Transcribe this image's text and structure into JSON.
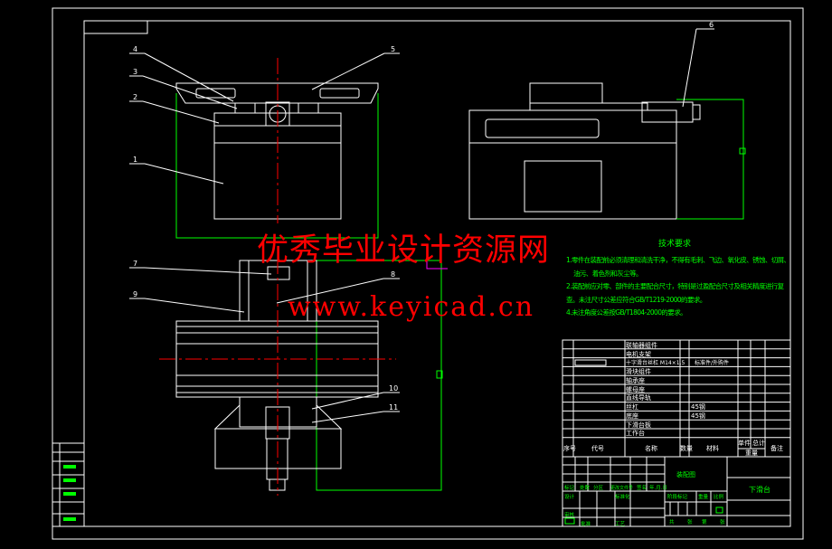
{
  "drawing": {
    "balloons": [
      "1",
      "2",
      "3",
      "4",
      "5",
      "6",
      "7",
      "8",
      "9",
      "10",
      "11"
    ],
    "colors": {
      "outline": "#ffffff",
      "dimension": "#00ff00",
      "centerline": "#ff0000",
      "watermark": "#ff0000",
      "annotation": "#00ff00"
    }
  },
  "watermark": {
    "cn": "优秀毕业设计资源网",
    "url": "www.keyicad.cn"
  },
  "tech_requirements": {
    "title": "技术要求",
    "lines": [
      "1.零件在装配前必须清理和清洗干净，不得有毛刺、飞边、氧化皮、锈蚀、切屑、",
      "油污、着色剂和灰尘等。",
      "2.装配前应对零、部件的主要配合尺寸，特别是过盈配合尺寸及相关精度进行复",
      "查。未注尺寸公差应符合GB/T1219-2000的要求。",
      "4.未注角度公差按GB/T1804-2000的要求。"
    ]
  },
  "parts_list": {
    "rows": [
      {
        "name": "联轴器组件"
      },
      {
        "name": "电机支架"
      },
      {
        "name": "十字滑台丝杠 M14×1.5",
        "material": "标准件/外购件"
      },
      {
        "name": "滑块组件"
      },
      {
        "name": "轴承座"
      },
      {
        "name": "螺母座"
      },
      {
        "name": "直线导轨"
      },
      {
        "name": "丝杠",
        "material": "45钢"
      },
      {
        "name": "底座",
        "material": "45钢"
      },
      {
        "name": "下滑台板"
      },
      {
        "name": "工作台"
      }
    ],
    "headers": {
      "no": "序号",
      "code": "代号",
      "name": "名称",
      "qty": "数量",
      "material": "材料",
      "unit": "单件",
      "total": "总计",
      "weight": "重量",
      "remark": "备注"
    }
  },
  "title_block": {
    "drawing_type": "装配图",
    "title": "下滑台",
    "labels": [
      "标记",
      "处数",
      "分区",
      "更改文件号",
      "签名",
      "年.月.日",
      "设计",
      "标准化",
      "审核",
      "工艺",
      "批准",
      "阶段标记",
      "重量",
      "比例",
      "共",
      "张",
      "第",
      "张"
    ]
  }
}
